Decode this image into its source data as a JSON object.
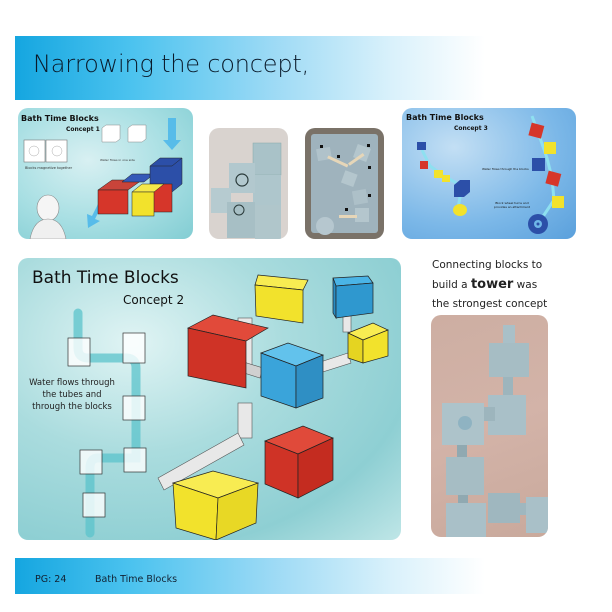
{
  "header": {
    "title": "Narrowing the concept,"
  },
  "concept1": {
    "title": "Bath Time Blocks",
    "subtitle": "Concept 1",
    "caption": "Blocks magnetize together",
    "note": "Water flows in one side"
  },
  "concept3": {
    "title": "Bath Time Blocks",
    "subtitle": "Concept 3",
    "note1": "Water flows through the blocks",
    "note2": "Block wheel turns and provides an attachment"
  },
  "concept2": {
    "title": "Bath Time Blocks",
    "subtitle": "Concept 2",
    "caption_lines": [
      "Water flows through",
      "the tubes and",
      "through the blocks"
    ]
  },
  "side_caption": {
    "line1": "Connecting blocks to",
    "line2_pre": "build a ",
    "line2_bold": "tower",
    "line2_post": " was",
    "line3": "the strongest concept"
  },
  "footer": {
    "page": "PG: 24",
    "title": "Bath Time Blocks"
  },
  "colors": {
    "band_start": "#15a6e0",
    "block_red": "#d6362a",
    "block_yellow": "#f2e22c",
    "block_blue": "#3aa4da",
    "block_navy": "#2c4fa8",
    "foam_grey": "#a8bcc4"
  }
}
